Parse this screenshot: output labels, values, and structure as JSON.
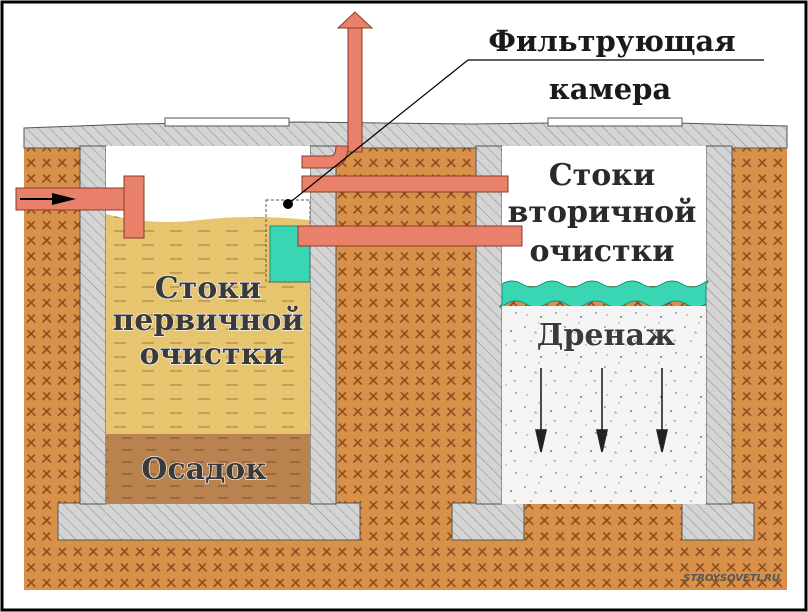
{
  "labels": {
    "filter_chamber_line1": "Фильтрующая",
    "filter_chamber_line2": "камера",
    "secondary_line1": "Стоки",
    "secondary_line2": "вторичной",
    "secondary_line3": "очистки",
    "primary_line1": "Стоки",
    "primary_line2": "первичной",
    "primary_line3": "очистки",
    "sediment": "Осадок",
    "drainage": "Дренаж"
  },
  "watermark": "STROYSOVETI.RU",
  "colors": {
    "soil": "#d9914a",
    "soil_hatch": "#8a4a1c",
    "concrete": "#d4d4d4",
    "primary_effluent": "#e6c56e",
    "sediment": "#b9834f",
    "water": "#3ad6b4",
    "pipe": "#e8806a",
    "drainage_bg": "#f4f4f4"
  }
}
